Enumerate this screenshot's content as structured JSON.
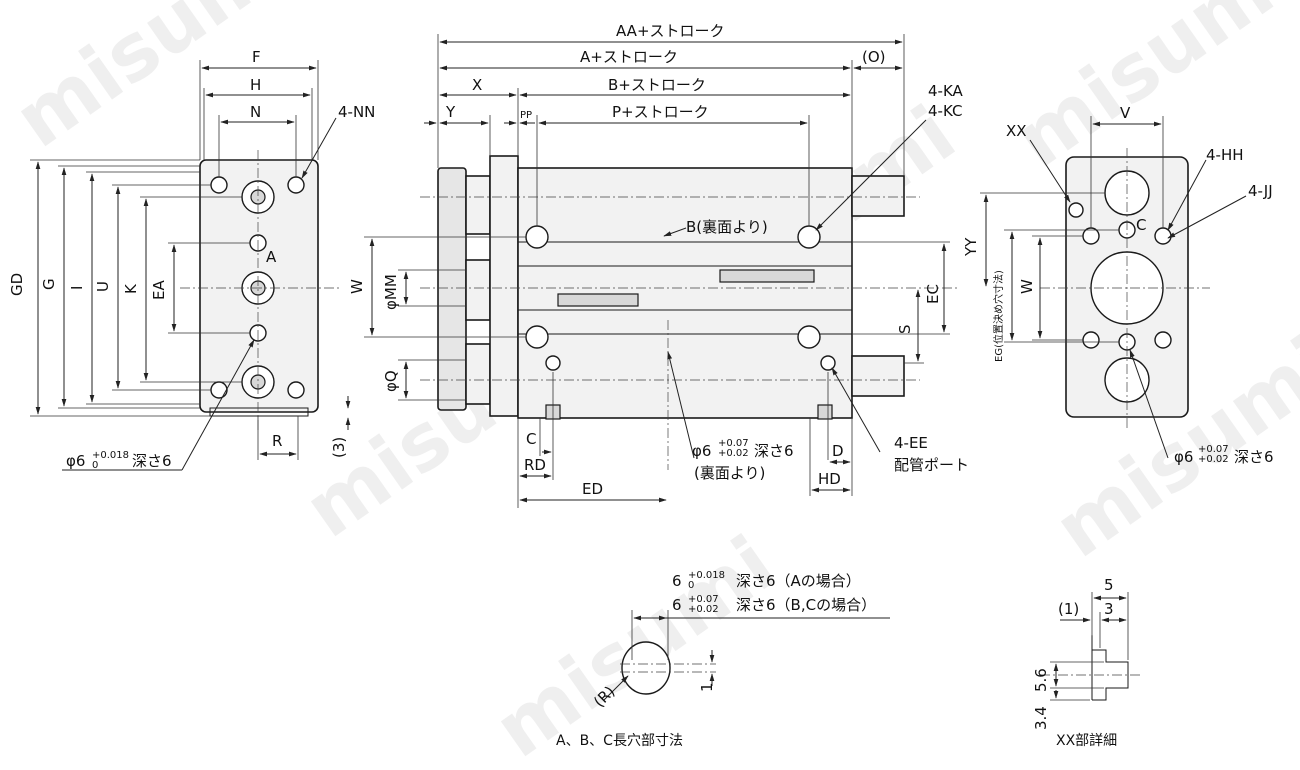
{
  "watermark": "misumi",
  "labels": {
    "AA": "AA+ストローク",
    "A": "A+ストローク",
    "O": "(O)",
    "X": "X",
    "B": "B+ストローク",
    "Y": "Y",
    "PP": "PP",
    "P": "P+ストローク",
    "KA": "4-KA",
    "KC": "4-KC",
    "F": "F",
    "H": "H",
    "N": "N",
    "NN": "4-NN",
    "GD": "GD",
    "G": "G",
    "I": "I",
    "U": "U",
    "K": "K",
    "EA": "EA",
    "Amark": "A",
    "R": "R",
    "three": "(3)",
    "phi6A": "φ6",
    "phi6A_tol_upper": "+0.018",
    "phi6A_tol_lower": "0",
    "depth6": "深さ6",
    "Bback": "B(裏面より)",
    "W": "W",
    "MM": "φMM",
    "Q": "φQ",
    "EC": "EC",
    "S": "S",
    "C": "C",
    "RD": "RD",
    "ED": "ED",
    "D": "D",
    "HD": "HD",
    "EE": "4-EE",
    "port": "配管ポート",
    "phi6C": "φ6",
    "tol_upper_C": "+0.07",
    "tol_lower_C": "+0.02",
    "backside": "(裏面より)",
    "XX": "XX",
    "V": "V",
    "HH": "4-HH",
    "JJ": "4-JJ",
    "YY": "YY",
    "W2": "W",
    "EG": "EG(位置決め穴寸法)",
    "Cmark": "C",
    "phi6R": "φ6",
    "slot_line1_num": "6",
    "slot_line1_tu": "+0.018",
    "slot_line1_tl": "0",
    "slot_line1_text": "深さ6（Aの場合）",
    "slot_line2_num": "6",
    "slot_line2_tu": "+0.07",
    "slot_line2_tl": "+0.02",
    "slot_line2_text": "深さ6（B,Cの場合）",
    "slotR": "(R)",
    "one": "1",
    "slot_caption": "A、B、C長穴部寸法",
    "xx_five": "5",
    "xx_one": "(1)",
    "xx_three": "3",
    "xx_56": "5.6",
    "xx_34": "3.4",
    "xx_caption": "XX部詳細"
  }
}
